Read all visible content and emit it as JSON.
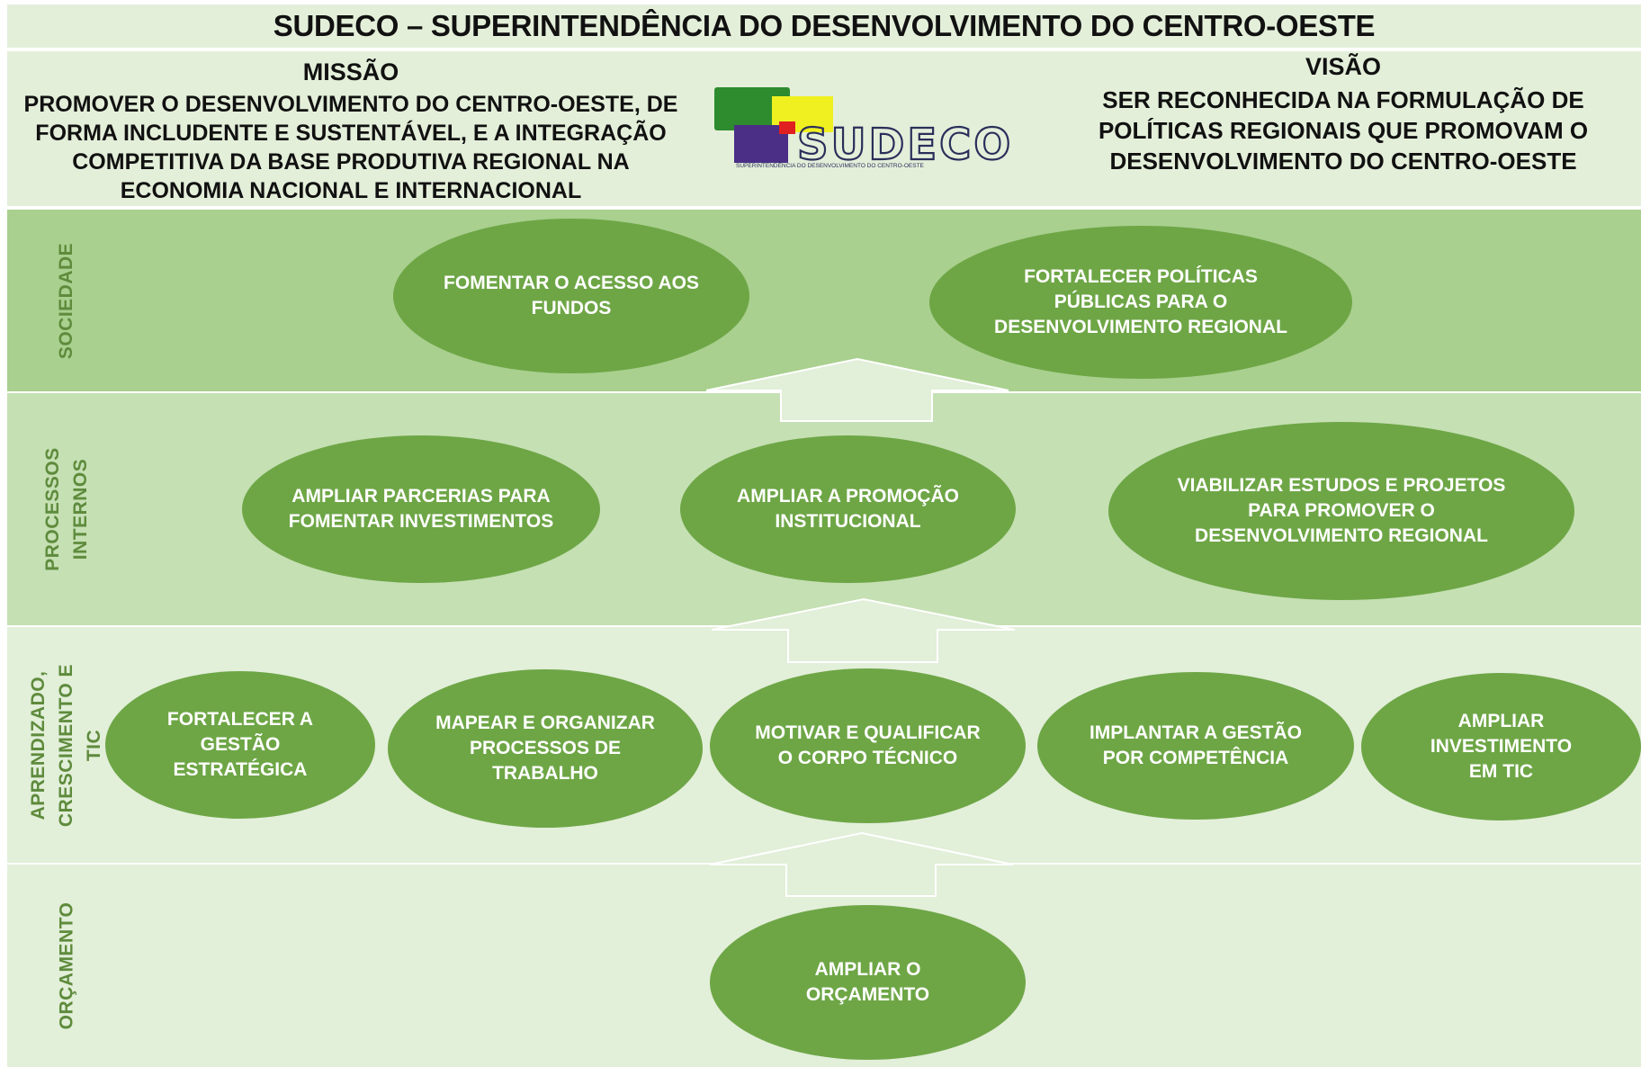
{
  "title": "SUDECO – SUPERINTENDÊNCIA DO DESENVOLVIMENTO DO CENTRO-OESTE",
  "missao": {
    "heading": "MISSÃO",
    "lines": [
      "PROMOVER O DESENVOLVIMENTO DO CENTRO-OESTE, DE",
      "FORMA INCLUDENTE E SUSTENTÁVEL, E A INTEGRAÇÃO",
      "COMPETITIVA DA BASE PRODUTIVA REGIONAL NA",
      "ECONOMIA NACIONAL E INTERNACIONAL"
    ]
  },
  "visao": {
    "heading": "VISÃO",
    "lines": [
      "SER RECONHECIDA NA FORMULAÇÃO DE",
      "POLÍTICAS REGIONAIS QUE PROMOVAM O",
      "DESENVOLVIMENTO DO CENTRO-OESTE"
    ]
  },
  "logo": {
    "name": "SUDECO",
    "tagline": "SUPERINTENDÊNCIA DO DESENVOLVIMENTO DO CENTRO-OESTE",
    "colors": {
      "green": "#2e8b2e",
      "yellow": "#f0f020",
      "purple": "#4b2f86",
      "red": "#e02020",
      "navy": "#2a2f5a"
    }
  },
  "colors": {
    "band_sociedade": "#a9d08e",
    "band_processos": "#c5e0b3",
    "band_aprendizado": "#e2efd9",
    "band_orcamento": "#e2efd9",
    "oval_fill": "#6ea646",
    "label_text": "#5e8b3c"
  },
  "perspectives": {
    "sociedade": {
      "label": "SOCIEDADE",
      "objectives": [
        "FOMENTAR O ACESSO AOS FUNDOS",
        "FORTALECER POLÍTICAS PÚBLICAS PARA O DESENVOLVIMENTO REGIONAL"
      ]
    },
    "processos": {
      "label_line1": "PROCESSOS",
      "label_line2": "INTERNOS",
      "objectives": [
        "AMPLIAR PARCERIAS PARA FOMENTAR INVESTIMENTOS",
        "AMPLIAR A PROMOÇÃO INSTITUCIONAL",
        "VIABILIZAR ESTUDOS E PROJETOS PARA PROMOVER O DESENVOLVIMENTO REGIONAL"
      ]
    },
    "aprendizado": {
      "label_line1": "APRENDIZADO,",
      "label_line2": "CRESCIMENTO E",
      "label_line3": "TIC",
      "objectives": [
        "FORTALECER A GESTÃO ESTRATÉGICA",
        "MAPEAR E ORGANIZAR PROCESSOS DE TRABALHO",
        "MOTIVAR E QUALIFICAR O CORPO TÉCNICO",
        "IMPLANTAR A GESTÃO POR COMPETÊNCIA",
        "AMPLIAR INVESTIMENTO EM TIC"
      ]
    },
    "orcamento": {
      "label": "ORÇAMENTO",
      "objectives": [
        "AMPLIAR O ORÇAMENTO"
      ]
    }
  }
}
